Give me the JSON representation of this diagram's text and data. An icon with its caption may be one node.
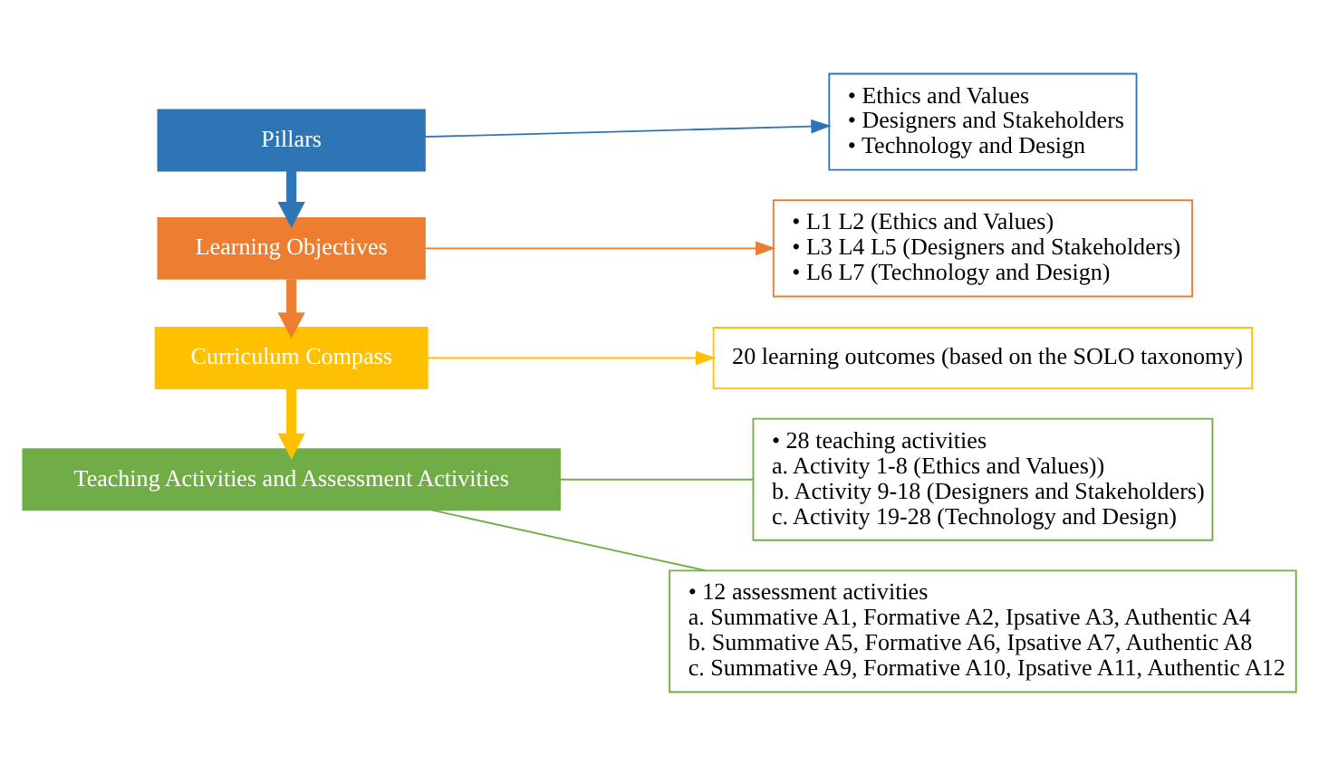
{
  "diagram": {
    "nodes": [
      {
        "text": [
          "Pillars"
        ]
      },
      {
        "text": [
          "• Ethics and Values",
          "• Designers and Stakeholders",
          "• Technology and Design"
        ]
      },
      {
        "text": [
          "Learning Objectives"
        ]
      },
      {
        "text": [
          "• L1 L2 (Ethics and Values)",
          "• L3 L4 L5 (Designers and Stakeholders)",
          "• L6 L7 (Technology and Design)"
        ]
      },
      {
        "text": [
          "Curriculum Compass"
        ]
      },
      {
        "text": [
          "20 learning outcomes (based on the SOLO taxonomy)"
        ]
      },
      {
        "text": [
          "Teaching Activities and Assessment Activities"
        ]
      },
      {
        "text": [
          "• 28 teaching activities",
          "a. Activity 1-8 (Ethics and Values))",
          "b. Activity 9-18 (Designers and Stakeholders)",
          "c. Activity 19-28 (Technology and Design)"
        ]
      },
      {
        "text": [
          "• 12 assessment activities",
          "a. Summative A1, Formative A2, Ipsative A3, Authentic A4",
          "b. Summative A5, Formative A6, Ipsative A7, Authentic A8",
          "c. Summative A9, Formative A10, Ipsative A11, Authentic A12"
        ]
      }
    ],
    "edges": [
      {
        "from": 0,
        "to": 1,
        "arrow": "to",
        "color": "#2e75b6"
      },
      {
        "from": 0,
        "to": 2,
        "arrow": "to",
        "style": "thick",
        "color": "#2e75b6"
      },
      {
        "from": 2,
        "to": 3,
        "arrow": "to",
        "color": "#ed7d31"
      },
      {
        "from": 2,
        "to": 4,
        "arrow": "to",
        "style": "thick",
        "color": "#ed7d31"
      },
      {
        "from": 4,
        "to": 5,
        "arrow": "to",
        "color": "#ffc000"
      },
      {
        "from": 4,
        "to": 6,
        "arrow": "to",
        "style": "thick",
        "color": "#ffc000"
      },
      {
        "from": 6,
        "to": 7,
        "arrow": "none",
        "color": "#70ad47"
      },
      {
        "from": 6,
        "to": 8,
        "arrow": "none",
        "color": "#70ad47"
      }
    ]
  }
}
